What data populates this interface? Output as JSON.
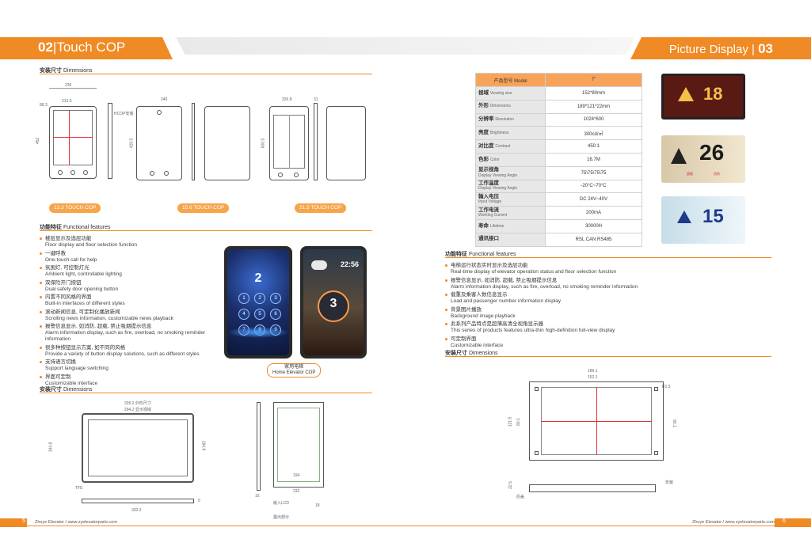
{
  "left": {
    "header": {
      "num": "02",
      "sep": "|",
      "title": "Touch COP"
    },
    "dimensions_title": {
      "cn": "安装尺寸",
      "en": "Dimensions"
    },
    "top_dims": [
      "236",
      "213.5",
      "88.3",
      "452",
      "240",
      "429.5",
      "326.8",
      "31",
      "600.5"
    ],
    "hcop_label": "HCOP安装",
    "models": [
      "13.3 TOUCH COP",
      "15.6 TOUCH COP",
      "21.5 TOUCH COP"
    ],
    "features_title": {
      "cn": "功能特征",
      "en": "Functional features"
    },
    "features": [
      {
        "cn": "楼层显示及选层功能",
        "en": "Floor display and floor selection function"
      },
      {
        "cn": "一键呼救",
        "en": "One-touch call for help"
      },
      {
        "cn": "氛围灯, 可控制灯光",
        "en": "Ambient light, controllable lighting"
      },
      {
        "cn": "双保险开门按钮",
        "en": "Dual safety door opening button"
      },
      {
        "cn": "内置不同风格的界面",
        "en": "Built-in interfaces of different styles"
      },
      {
        "cn": "滚动新闻信息, 可定制化播放新闻",
        "en": "Scrolling news information, customizable news playback"
      },
      {
        "cn": "报警信息显示, 如消防, 超载, 禁止吸烟提示信息",
        "en": "Alarm information display, such as fire, overload, no smoking reminder information"
      },
      {
        "cn": "很多种按钮显示方案, 如不同的风格",
        "en": "Provide a variety of button display solutions, such as different styles"
      },
      {
        "cn": "支持语言切换",
        "en": "Support language switching"
      },
      {
        "cn": "界面可定制",
        "en": "Customizable interface"
      }
    ],
    "phone1": {
      "floor": "2",
      "buttons": [
        "1",
        "2",
        "3",
        "4",
        "5",
        "6",
        "7",
        "8",
        "9"
      ]
    },
    "phone2": {
      "time": "22:56",
      "floor": "3"
    },
    "caption": {
      "cn": "家用电梯",
      "en": "Home Elevator COP"
    },
    "dimensions2_title": {
      "cn": "安装尺寸",
      "en": "Dimensions"
    },
    "bottom_dims": [
      "326.2 外形尺寸",
      "294.2 显示视域",
      "320.2",
      "5",
      "15",
      "194.8",
      "TFE",
      "8",
      "194",
      "232",
      "18",
      "嵌入LCD",
      "露出部分"
    ],
    "footer": "Zhuye Elevator / www.zyelevatorparts.com",
    "page": "5"
  },
  "right": {
    "header": {
      "title": "Picture Display",
      "sep": "|",
      "num": "03"
    },
    "spec": {
      "head": {
        "k_cn": "产品型号",
        "k_en": "Model",
        "v": "7\""
      },
      "rows": [
        {
          "cn": "视域",
          "en": "Viewing size",
          "v": "152*80mm"
        },
        {
          "cn": "外形",
          "en": "Dimensions",
          "v": "189*121*22mm"
        },
        {
          "cn": "分辨率",
          "en": "Resolution",
          "v": "1024*600"
        },
        {
          "cn": "亮度",
          "en": "Brightness",
          "v": "300cd/㎡"
        },
        {
          "cn": "对比度",
          "en": "Contrast",
          "v": "450:1"
        },
        {
          "cn": "色彩",
          "en": "Color",
          "v": "16.7M"
        },
        {
          "cn": "显示视角",
          "en": "Display Viewing Angle",
          "v": "75\\75\\75\\75"
        },
        {
          "cn": "工作温度",
          "en": "Display Viewing Angle",
          "v": "-20°C~70°C"
        },
        {
          "cn": "输入电压",
          "en": "Input Voltage",
          "v": "DC 24V~40V"
        },
        {
          "cn": "工作电流",
          "en": "Working Current",
          "v": "200mA"
        },
        {
          "cn": "寿命",
          "en": "Lifetime",
          "v": "30000H"
        },
        {
          "cn": "通讯接口",
          "en": "",
          "v": "RSL CAN RS485"
        }
      ]
    },
    "pictures": [
      {
        "floor": "18"
      },
      {
        "floor": "26",
        "sub1": "超载",
        "sub2": "消防"
      },
      {
        "floor": "15"
      }
    ],
    "features_title": {
      "cn": "功能特征",
      "en": "Functional features"
    },
    "features": [
      {
        "cn": "电梯运行状态实时显示及选层功能",
        "en": "Real-time display of elevator operation status and floor selection function"
      },
      {
        "cn": "报警信息显示, 如消防, 超载, 禁止吸烟提示信息",
        "en": "Alarm information display, such as fire, overload, no smoking reminder information"
      },
      {
        "cn": "载重及乘客人数信息显示",
        "en": "Load and passenger number information display"
      },
      {
        "cn": "背景图片播放",
        "en": "Background image playback"
      },
      {
        "cn": "此系列产品特点是超薄高清全视角显示器",
        "en": "This series of products features ultra-thin high-definition full-view display"
      },
      {
        "cn": "可定制界面",
        "en": "Customizable interface"
      }
    ],
    "dimensions_title": {
      "cn": "安装尺寸",
      "en": "Dimensions"
    },
    "dims": [
      "189.1",
      "152.1",
      "121.5",
      "80.1",
      "R1.5",
      "20.8",
      "22.5",
      "安装",
      "后盖"
    ],
    "footer": "Zhuye Elevator / www.zyelevatorparts.com",
    "page": "6"
  },
  "colors": {
    "accent": "#f08a24",
    "table_head": "#f7a45a",
    "table_key": "#e7e7e7"
  }
}
